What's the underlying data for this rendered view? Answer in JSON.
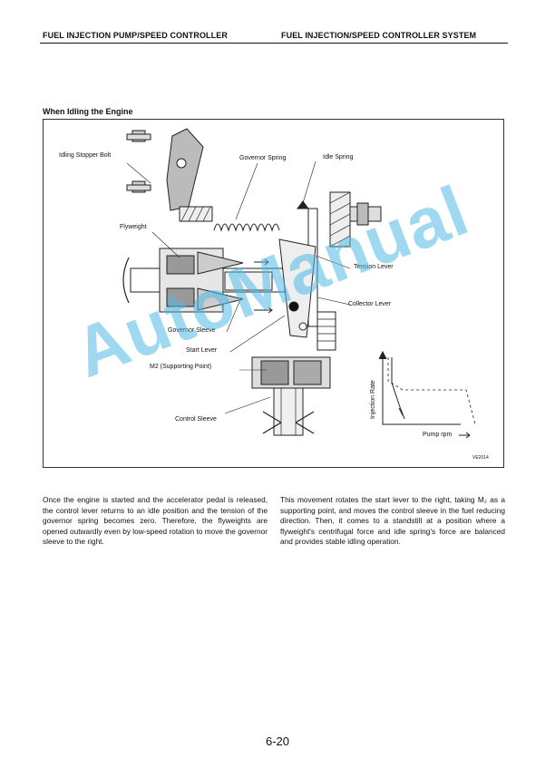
{
  "header": {
    "left": "FUEL INJECTION PUMP/SPEED CONTROLLER",
    "right": "FUEL INJECTION/SPEED CONTROLLER SYSTEM"
  },
  "section_title": "When Idling the Engine",
  "figure": {
    "labels": {
      "idling_stopper_bolt": "Idling Stopper Bolt",
      "governor_spring": "Governor Spring",
      "idle_spring": "Idle Spring",
      "flyweight": "Flyweight",
      "tension_lever": "Tension Lever",
      "collector_lever": "Collector Lever",
      "governor_sleeve": "Governor Sleeve",
      "start_lever": "Start Lever",
      "m2_supporting_point": "M2 (Supporting Point)",
      "control_sleeve": "Control Sleeve"
    },
    "graph": {
      "y_label": "Injection Rate",
      "x_label": "Pump rpm"
    },
    "code": "VE2014"
  },
  "paragraphs": {
    "left": "Once the engine is started and the accelerator pedal is released, the control lever returns to an idle position and the tension of the governor spring becomes zero. Therefore, the flyweights are opened outwardly even by low-speed rotation to move the governor sleeve to the right.",
    "right": "This movement rotates the start lever to the right, taking M₂ as a supporting point, and moves the control sleeve in the fuel reducing direction. Then, it comes to a standstill at a position where a flyweight's centrifugal force and idle spring's force are balanced and provides stable idling operation."
  },
  "watermark": "AutoManual",
  "page_number": "6-20"
}
